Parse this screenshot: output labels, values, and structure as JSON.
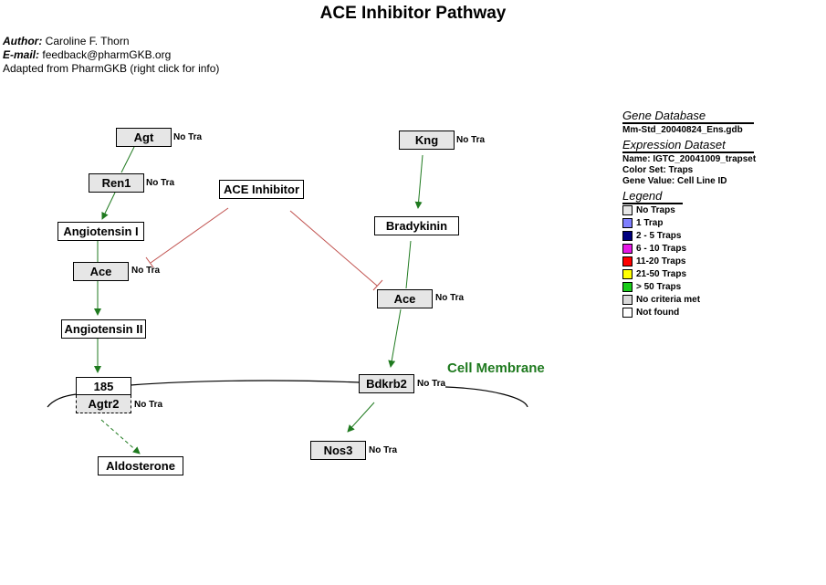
{
  "title": "ACE Inhibitor Pathway",
  "author_label": "Author:",
  "author": "Caroline F. Thorn",
  "email_label": "E-mail:",
  "email": "feedback@pharmGKB.org",
  "adapted": "Adapted from PharmGKB (right click for info)",
  "nodes": {
    "agt": "Agt",
    "ren1": "Ren1",
    "angiotensin1": "Angiotensin I",
    "ace_left": "Ace",
    "angiotensin2": "Angiotensin II",
    "n185": "185",
    "agtr2": "Agtr2",
    "aldosterone": "Aldosterone",
    "ace_inhibitor": "ACE Inhibitor",
    "kng": "Kng",
    "bradykinin": "Bradykinin",
    "ace_right": "Ace",
    "bdkrb2": "Bdkrb2",
    "nos3": "Nos3"
  },
  "gene_value_label": "No Tra",
  "membrane_label": "Cell Membrane",
  "colors": {
    "activation": "#1f7a1f",
    "inhibition": "#c0504d",
    "membrane_text": "#1f7a1f",
    "gene_fill": "#e6e6e6"
  },
  "sidebar": {
    "gene_db_heading": "Gene Database",
    "gene_db": "Mm-Std_20040824_Ens.gdb",
    "expr_heading": "Expression Dataset",
    "expr_name": "Name: IGTC_20041009_trapset",
    "color_set": "Color Set: Traps",
    "gene_value": "Gene Value: Cell Line ID",
    "legend_heading": "Legend",
    "legend": [
      {
        "label": "No Traps",
        "color": "#e6e6e6"
      },
      {
        "label": "1 Trap",
        "color": "#7f7fff"
      },
      {
        "label": "2 - 5 Traps",
        "color": "#00007f"
      },
      {
        "label": "6 - 10 Traps",
        "color": "#e619e6"
      },
      {
        "label": "11-20 Traps",
        "color": "#ff0000"
      },
      {
        "label": "21-50 Traps",
        "color": "#ffff00"
      },
      {
        "label": "> 50 Traps",
        "color": "#19cc19"
      },
      {
        "label": "No criteria met",
        "color": "#d9d9d9"
      },
      {
        "label": "Not found",
        "color": "#ffffff"
      }
    ]
  }
}
